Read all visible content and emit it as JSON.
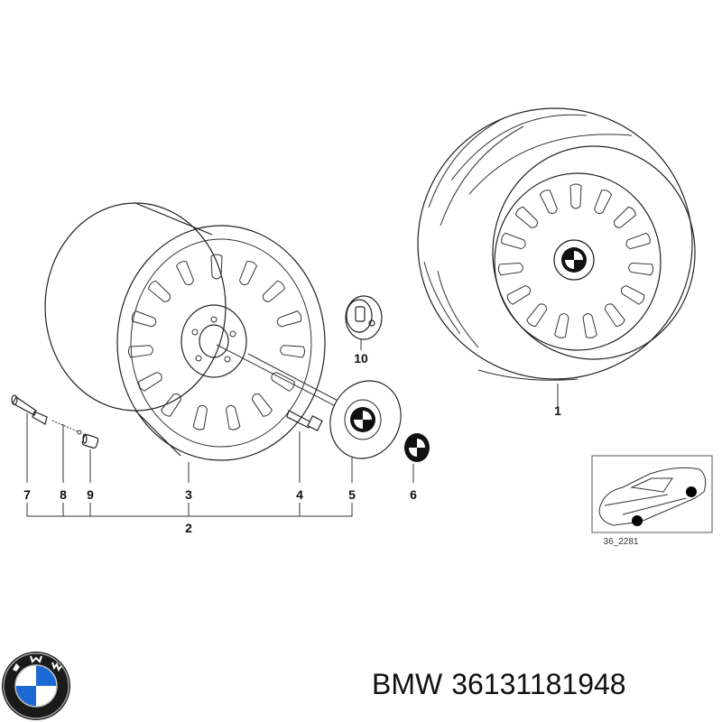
{
  "callouts": {
    "c1": "1",
    "c2": "2",
    "c3": "3",
    "c4": "4",
    "c5": "5",
    "c6": "6",
    "c7": "7",
    "c8": "8",
    "c9": "9",
    "c10": "10"
  },
  "inset": {
    "ref_code": "36_2281"
  },
  "footer": {
    "brand": "BMW",
    "part_number": "36131181948"
  },
  "colors": {
    "line": "#222222",
    "logo_blue": "#1c69d4",
    "logo_ring": "#111111"
  }
}
